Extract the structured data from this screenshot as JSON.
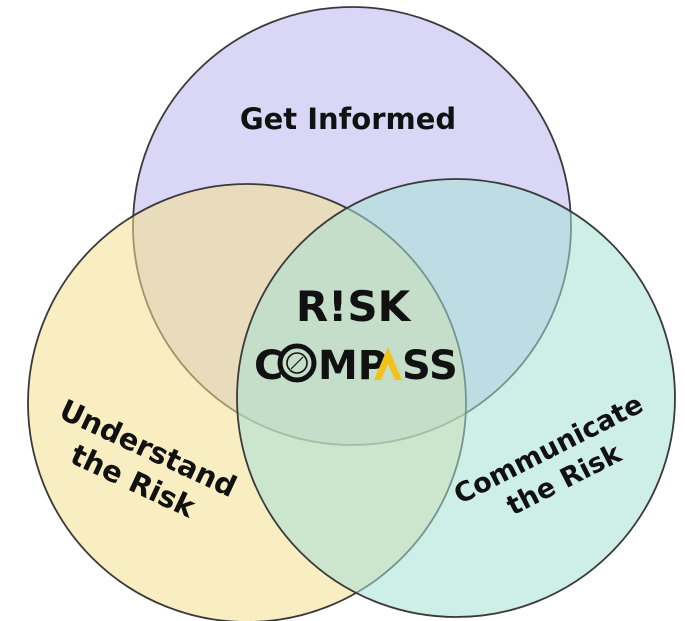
{
  "diagram": {
    "type": "venn",
    "circles": [
      {
        "id": "top",
        "label": "Get Informed",
        "color": "#b9b6ec",
        "opacity": 0.55
      },
      {
        "id": "left",
        "label_lines": [
          "Understand",
          "the Risk"
        ],
        "color": "#f4e08e",
        "opacity": 0.55
      },
      {
        "id": "right",
        "label_lines": [
          "Communicate",
          "the Risk"
        ],
        "color": "#a6e0d6",
        "opacity": 0.55
      }
    ],
    "center_logo": {
      "line1": "R!SK",
      "line2_parts": [
        "C",
        "MP",
        "SS"
      ],
      "compass_icon": "compass-icon",
      "accent_icon": "triangle-a-icon",
      "accent_color": "#f2c21a"
    }
  }
}
